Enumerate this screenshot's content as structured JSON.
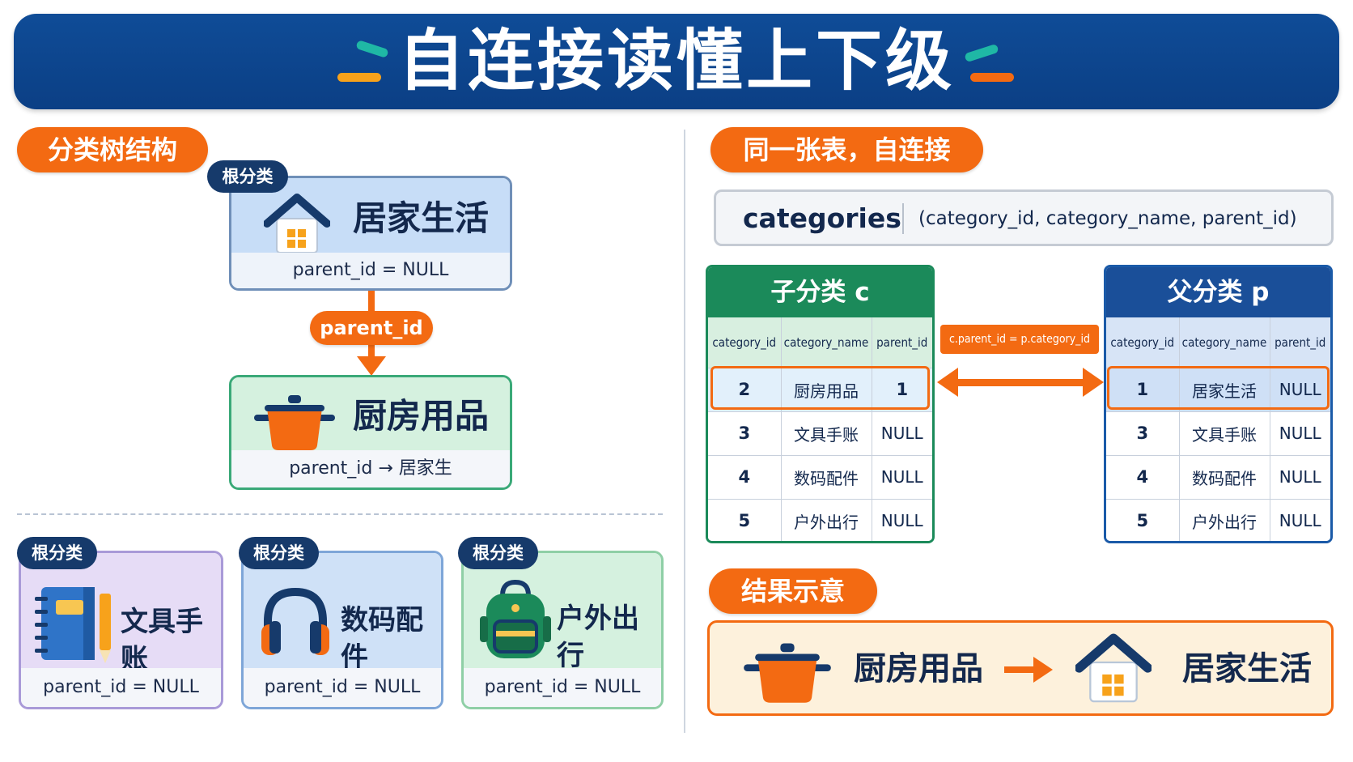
{
  "title": "自连接读懂上下级",
  "colors": {
    "navy": "#0f4c97",
    "orange": "#f36a12",
    "teal": "#1fb8a5",
    "green": "#1b8a5a"
  },
  "left_section": {
    "header": "分类树结构",
    "root_tag": "根分类",
    "root": {
      "name": "居家生活",
      "parent": "parent_id = NULL",
      "icon": "house-icon"
    },
    "link_label": "parent_id",
    "child": {
      "name": "厨房用品",
      "parent": "parent_id → 居家生活.category_id",
      "icon": "pot-icon"
    },
    "others": [
      {
        "tag": "根分类",
        "name": "文具手账",
        "parent": "parent_id = NULL",
        "icon": "notebook-icon"
      },
      {
        "tag": "根分类",
        "name": "数码配件",
        "parent": "parent_id = NULL",
        "icon": "headphones-icon"
      },
      {
        "tag": "根分类",
        "name": "户外出行",
        "parent": "parent_id = NULL",
        "icon": "backpack-icon"
      }
    ]
  },
  "right_section": {
    "header": "同一张表，自连接",
    "schema": {
      "table": "categories",
      "columns": "(category_id, category_name, parent_id)"
    },
    "join_condition": "c.parent_id = p.category_id",
    "child_table": {
      "title": "子分类 c",
      "columns": [
        "category_id",
        "category_name",
        "parent_id"
      ],
      "rows": [
        [
          "2",
          "厨房用品",
          "1"
        ],
        [
          "3",
          "文具手账",
          "NULL"
        ],
        [
          "4",
          "数码配件",
          "NULL"
        ],
        [
          "5",
          "户外出行",
          "NULL"
        ]
      ]
    },
    "parent_table": {
      "title": "父分类 p",
      "columns": [
        "category_id",
        "category_name",
        "parent_id"
      ],
      "rows": [
        [
          "1",
          "居家生活",
          "NULL"
        ],
        [
          "3",
          "文具手账",
          "NULL"
        ],
        [
          "4",
          "数码配件",
          "NULL"
        ],
        [
          "5",
          "户外出行",
          "NULL"
        ]
      ]
    },
    "result": {
      "header": "结果示意",
      "from": "厨房用品",
      "to": "居家生活"
    }
  }
}
